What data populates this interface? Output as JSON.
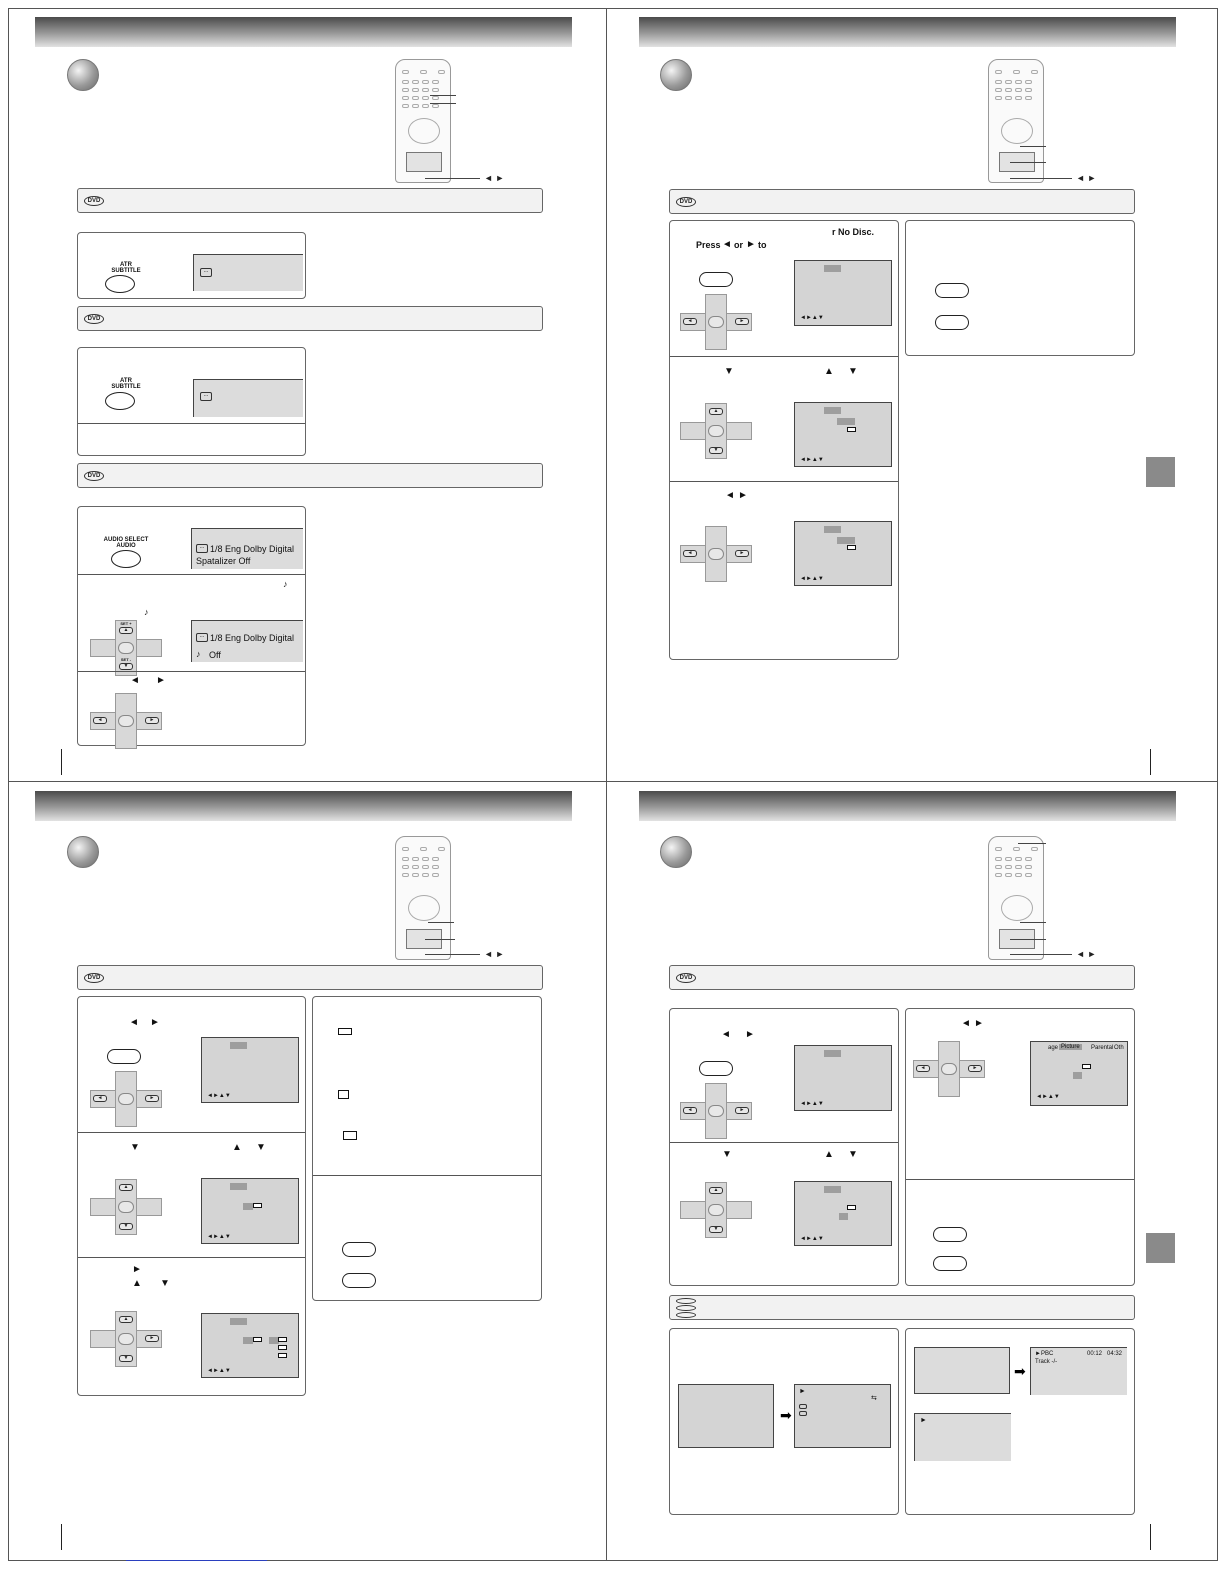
{
  "panel1": {
    "remote_arrows": "◄ ►",
    "atr_label": "ATR",
    "subtitle_label": "SUBTITLE",
    "audio_select_label": "AUDIO SELECT",
    "audio_label": "AUDIO",
    "audio_line1": "1/8 Eng Dolby Digital",
    "audio_line2": "Spatalizer Off",
    "spatial_line1": "1/8 Eng Dolby Digital",
    "spatial_line2": "Off",
    "arrow_left": "◄",
    "arrow_right": "►",
    "dpad_set_plus": "SET +",
    "dpad_set_minus": "SET -"
  },
  "panel2": {
    "remote_arrows": "◄ ►",
    "step1_tail": "r No Disc.",
    "press": "Press",
    "or": "or",
    "to": "to",
    "nav_symbols": "◄►▲▼",
    "arrow_down": "▼",
    "arrow_up": "▲",
    "arrow_left": "◄",
    "arrow_right": "►"
  },
  "panel3": {
    "remote_arrows": "◄ ►",
    "nav_symbols": "◄►▲▼",
    "arrow_left": "◄",
    "arrow_right": "►",
    "arrow_down": "▼",
    "arrow_up": "▲"
  },
  "panel4": {
    "remote_arrows": "◄ ►",
    "nav_symbols": "◄►▲▼",
    "arrow_left": "◄",
    "arrow_right": "►",
    "arrow_down": "▼",
    "arrow_up": "▲",
    "menu_tab_left": "age",
    "menu_tab_picture": "Picture",
    "menu_tab_parental": "Parental",
    "menu_tab_oth": "Oth",
    "pbc_label": "PBC",
    "time_elapsed": "00:12",
    "time_total": "04:32",
    "track_label": "Track -/-",
    "play_glyph": "►"
  }
}
